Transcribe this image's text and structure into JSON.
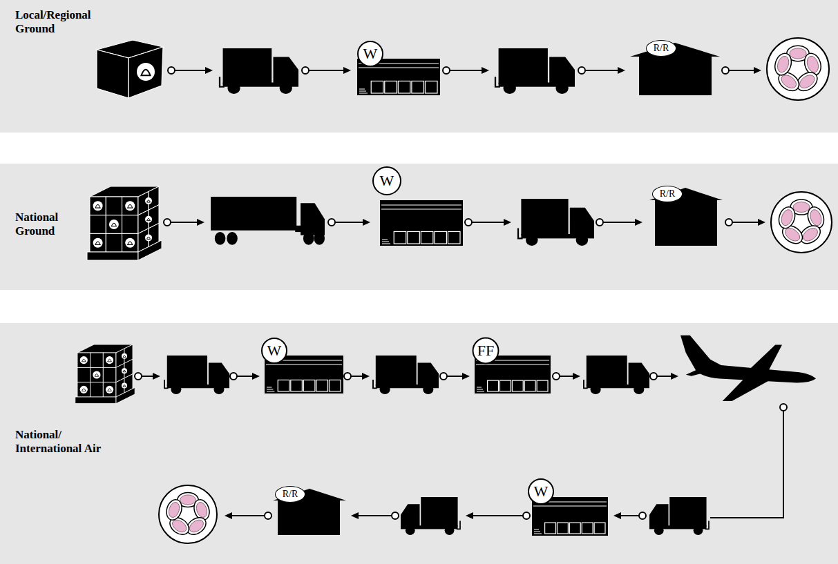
{
  "diagram": {
    "nodes": [
      {
        "text": [
          "Local/Regional Ground"
        ]
      },
      {
        "text": [
          "W"
        ],
        "in": 0
      },
      {
        "text": [
          "R/R"
        ],
        "in": 0
      },
      {
        "text": [
          "National Ground"
        ]
      },
      {
        "text": [
          "W"
        ],
        "in": 3
      },
      {
        "text": [
          "R/R"
        ],
        "in": 3
      },
      {
        "text": [
          "National/ International Air"
        ]
      },
      {
        "text": [
          "W"
        ],
        "in": 6
      },
      {
        "text": [
          "FF"
        ],
        "in": 6
      },
      {
        "text": [
          "W"
        ],
        "in": 6
      },
      {
        "text": [
          "R/R"
        ],
        "in": 6
      }
    ]
  }
}
